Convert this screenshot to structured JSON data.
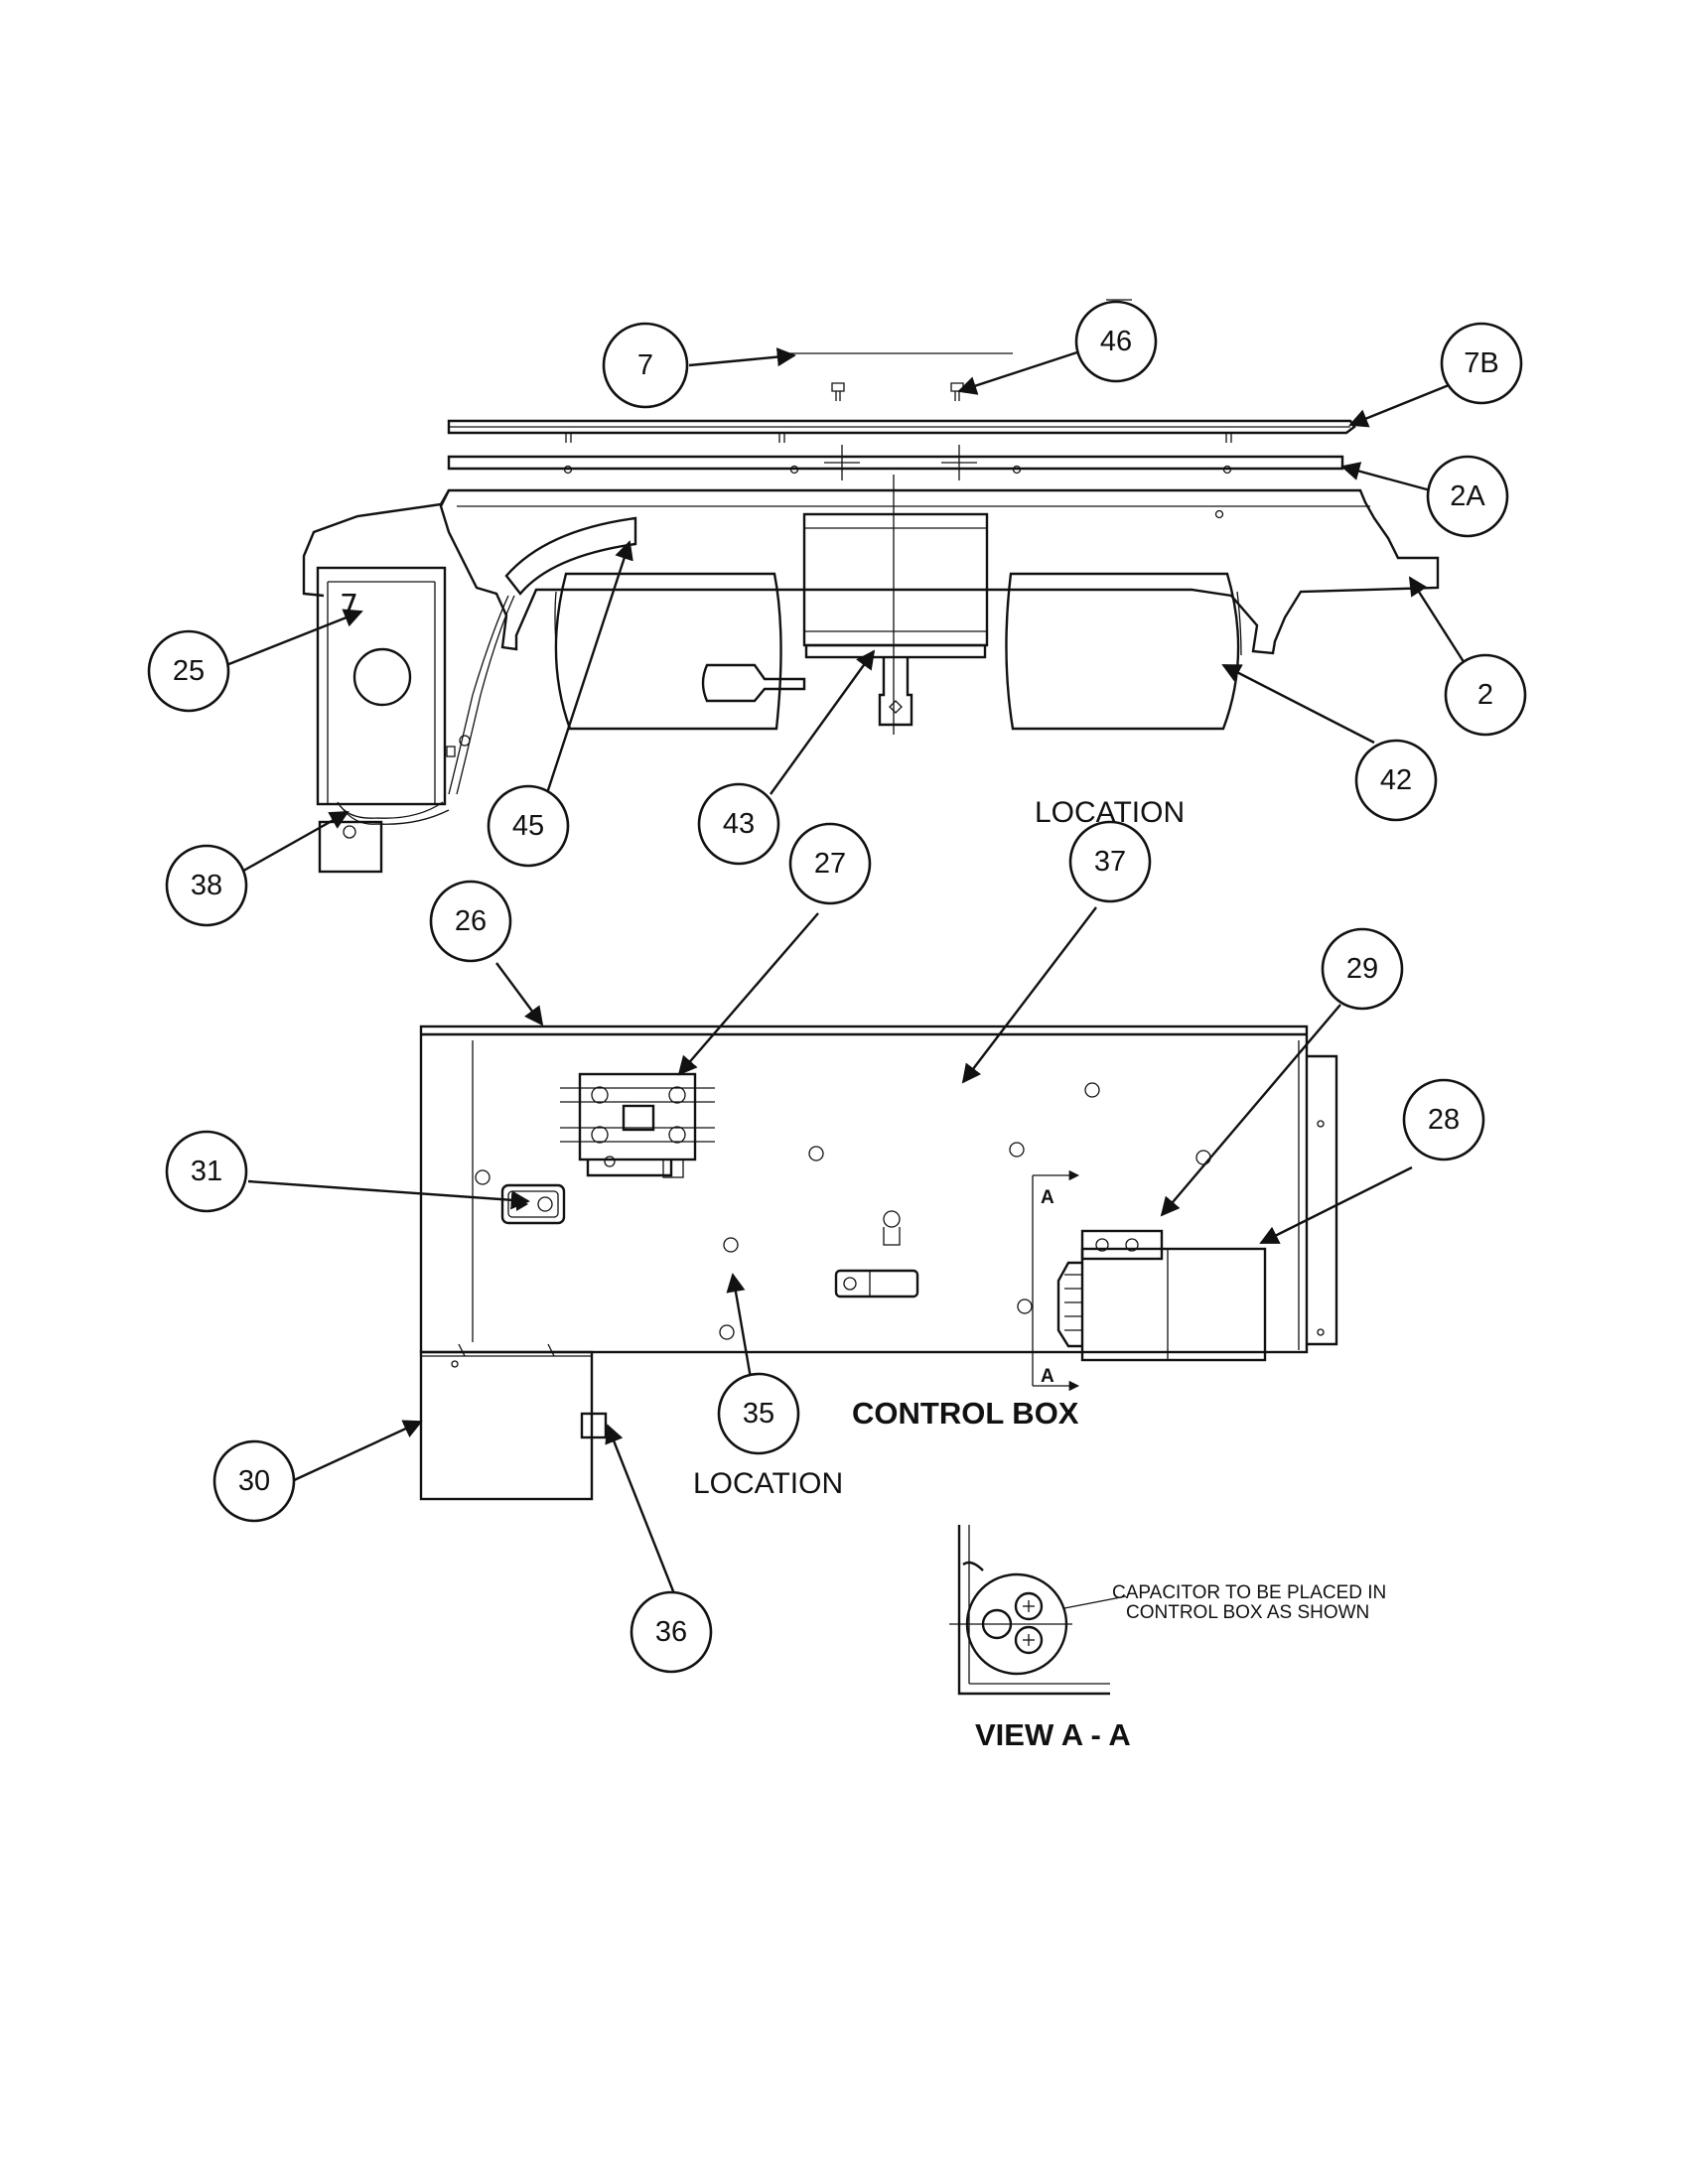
{
  "callouts": [
    {
      "id": "7"
    },
    {
      "id": "46"
    },
    {
      "id": "7B"
    },
    {
      "id": "2A"
    },
    {
      "id": "2"
    },
    {
      "id": "42"
    },
    {
      "id": "43"
    },
    {
      "id": "45"
    },
    {
      "id": "25"
    },
    {
      "id": "38"
    },
    {
      "id": "37"
    },
    {
      "id": "27"
    },
    {
      "id": "26"
    },
    {
      "id": "29"
    },
    {
      "id": "28"
    },
    {
      "id": "31"
    },
    {
      "id": "35"
    },
    {
      "id": "30"
    },
    {
      "id": "36"
    }
  ],
  "labels": {
    "location_top": "LOCATION",
    "location_bottom": "LOCATION",
    "control_box": "CONTROL BOX",
    "view_aa": "VIEW A - A",
    "capacitor_line1": "CAPACITOR TO BE PLACED IN",
    "capacitor_line2": "CONTROL BOX AS SHOWN",
    "section_mark": "A",
    "handwritten_mark": "7"
  }
}
